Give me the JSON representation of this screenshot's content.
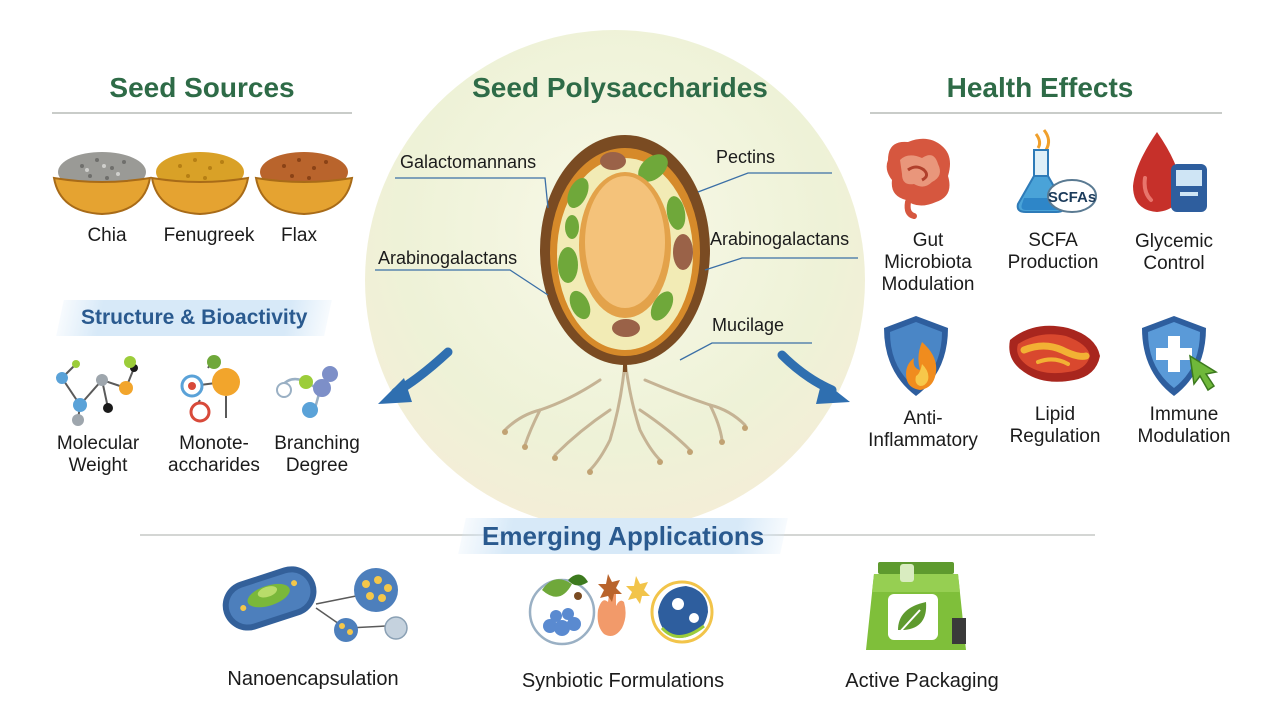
{
  "center": {
    "title": "Seed Polysaccharides",
    "callouts": {
      "galactomannans": "Galactomannans",
      "pectins": "Pectins",
      "arabinogalactans_left": "Arabinogalactans",
      "arabinogalactans_right": "Arabinogalactans",
      "mucilage": "Mucilage"
    }
  },
  "seed_sources": {
    "title": "Seed Sources",
    "items": [
      {
        "label": "Chia",
        "color": "#9a9a96"
      },
      {
        "label": "Fenugreek",
        "color": "#d9a127"
      },
      {
        "label": "Flax",
        "color": "#b9642c"
      }
    ]
  },
  "structure": {
    "title": "Structure & Bioactivity",
    "items": [
      {
        "label_line1": "Molecular",
        "label_line2": "Weight"
      },
      {
        "label_line1": "Monote-",
        "label_line2": "accharides"
      },
      {
        "label_line1": "Branching",
        "label_line2": "Degree"
      }
    ]
  },
  "health": {
    "title": "Health Effects",
    "items": [
      {
        "lines": [
          "Gut",
          "Microbiota",
          "Modulation"
        ],
        "icon": "intestine-icon"
      },
      {
        "lines": [
          "SCFA",
          "Production"
        ],
        "icon": "flask-icon",
        "badge": "SCFAs"
      },
      {
        "lines": [
          "Glycemic",
          "Control"
        ],
        "icon": "blood-drop-icon"
      },
      {
        "lines": [
          "Anti-",
          "Inflammatory"
        ],
        "icon": "shield-flame-icon"
      },
      {
        "lines": [
          "Lipid",
          "Regulation"
        ],
        "icon": "blood-vessel-icon"
      },
      {
        "lines": [
          "Immune",
          "Modulation"
        ],
        "icon": "shield-cross-icon"
      }
    ]
  },
  "applications": {
    "title": "Emerging Applications",
    "items": [
      {
        "label": "Nanoencapsulation"
      },
      {
        "label": "Synbiotic Formulations"
      },
      {
        "label": "Active Packaging"
      }
    ]
  },
  "colors": {
    "title_green": "#2e6b47",
    "banner_blue": "#2a5a8f",
    "arrow_blue": "#2f6fb0",
    "seed_brown": "#7a4b22",
    "cell_green": "#6fa83a"
  }
}
